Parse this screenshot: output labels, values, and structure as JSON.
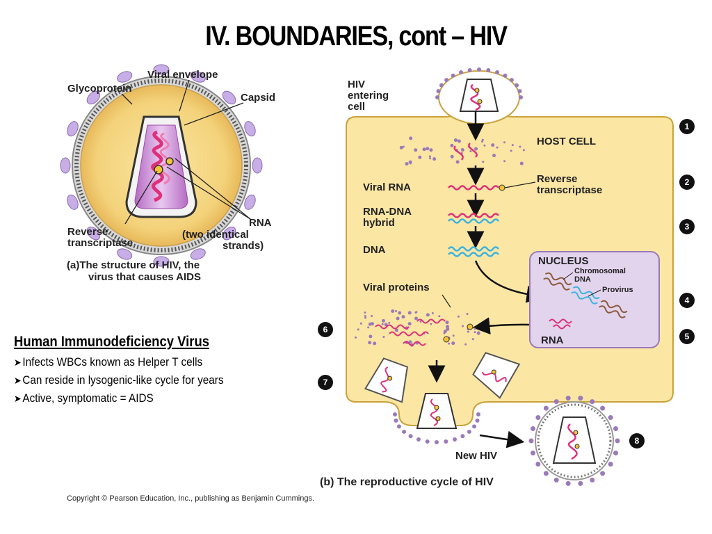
{
  "slide": {
    "title": "IV. BOUNDARIES, cont – HIV"
  },
  "notes": {
    "heading": "Human Immunodeficiency Virus",
    "bullets": [
      "Infects WBCs known as Helper T cells",
      "Can reside in lysogenic-like cycle for years",
      "Active, symptomatic = AIDS"
    ]
  },
  "figure_a": {
    "labels": {
      "glycoprotein": "Glycoprotein",
      "viral_envelope": "Viral envelope",
      "capsid": "Capsid",
      "rna": "RNA",
      "rna_detail_1": "(two identical",
      "rna_detail_2": "strands)",
      "rt_1": "Reverse",
      "rt_2": "transcriptase"
    },
    "caption_1": "(a)The structure of HIV, the",
    "caption_2": "virus that causes AIDS"
  },
  "figure_b": {
    "labels": {
      "hiv_entering_1": "HIV",
      "hiv_entering_2": "entering",
      "hiv_entering_3": "cell",
      "host_cell": "HOST CELL",
      "viral_rna": "Viral RNA",
      "rt_1": "Reverse",
      "rt_2": "transcriptase",
      "rna_dna_1": "RNA-DNA",
      "rna_dna_2": "hybrid",
      "dna": "DNA",
      "nucleus": "NUCLEUS",
      "chromosomal_1": "Chromosomal",
      "chromosomal_2": "DNA",
      "provirus": "Provirus",
      "viral_proteins": "Viral proteins",
      "rna": "RNA",
      "new_hiv": "New HIV"
    },
    "steps": [
      "1",
      "2",
      "3",
      "4",
      "5",
      "6",
      "7",
      "8"
    ],
    "caption": "(b) The reproductive cycle of HIV"
  },
  "copyright": "Copyright © Pearson Education, Inc., publishing as Benjamin Cummings.",
  "colors": {
    "cell_fill": "#fbe6a4",
    "cell_stroke": "#c9a23a",
    "nucleus_fill": "#e3d4ee",
    "nucleus_stroke": "#9a7ab8",
    "rna": "#e0307a",
    "dna": "#3ab3e0",
    "chromosomal_dna": "#8a5a3a",
    "glycoprotein": "#c8aee6",
    "capsid": "#ffffff",
    "number_badge": "#111111"
  }
}
